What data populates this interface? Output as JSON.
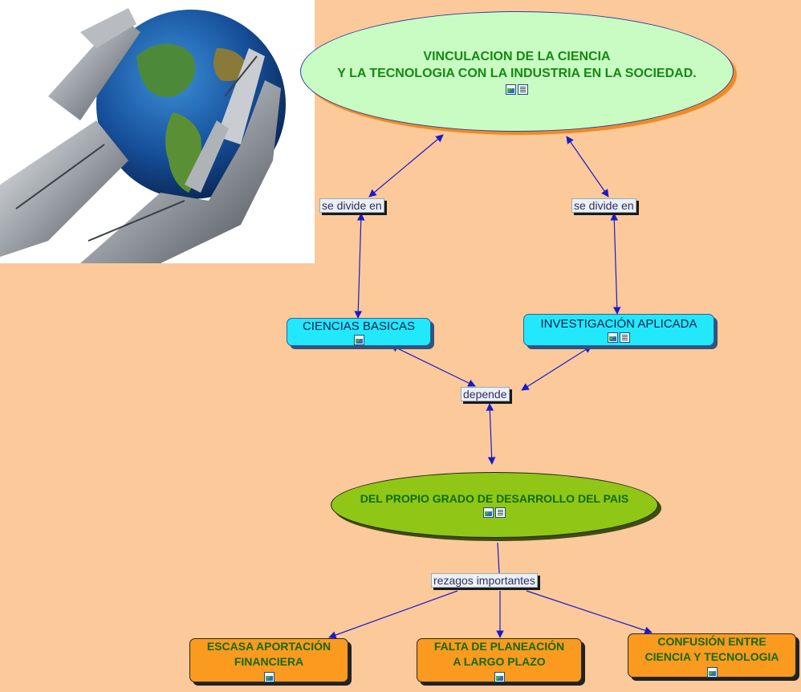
{
  "photo": {
    "alt_icon": "robot-hands-holding-globe"
  },
  "nodes": {
    "main": {
      "line1": "VINCULACION DE LA CIENCIA",
      "line2": "Y LA TECNOLOGIA CON LA INDUSTRIA EN LA SOCIEDAD."
    },
    "ciencias_basicas": {
      "label": "CIENCIAS BASICAS"
    },
    "investigacion_aplicada": {
      "label": "INVESTIGACIÓN APLICADA"
    },
    "grado_desarrollo": {
      "label": "DEL PROPIO GRADO DE DESARROLLO DEL PAIS"
    },
    "escasa": {
      "line1": "ESCASA APORTACIÓN",
      "line2": "FINANCIERA"
    },
    "falta": {
      "line1": "FALTA DE PLANEACIÓN",
      "line2": "A LARGO PLAZO"
    },
    "confusion": {
      "line1": "CONFUSIÓN ENTRE",
      "line2": "CIENCIA Y TECNOLOGIA"
    }
  },
  "links": {
    "divide_left": "se divide en",
    "divide_right": "se divide en",
    "depende": "depende",
    "rezagos": "rezagos importantes"
  },
  "colors": {
    "background": "#fcc99b",
    "connector": "#1a1acc",
    "main_fill": "#c9fcc2",
    "cyan_fill": "#22e8fb",
    "green_fill": "#90c615",
    "orange_fill": "#fa9a1e"
  }
}
